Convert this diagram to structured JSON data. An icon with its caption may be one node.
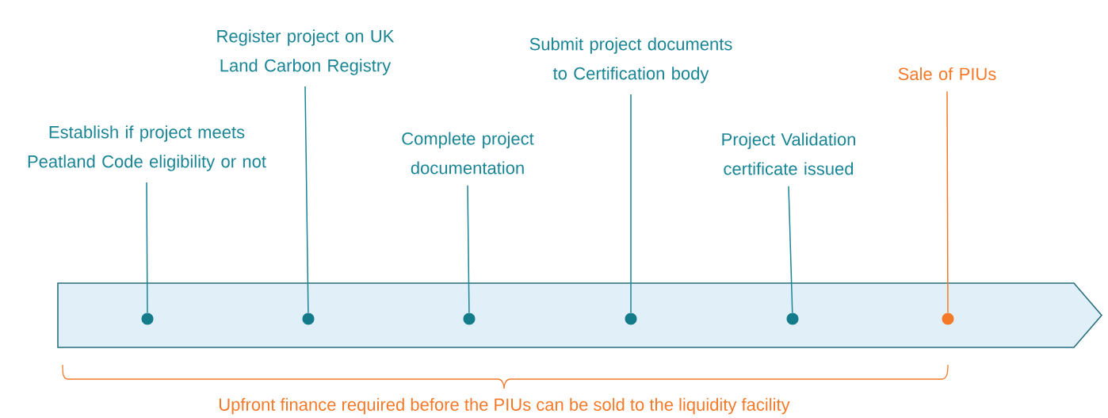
{
  "diagram": {
    "nodes": [
      {
        "text": [
          "Establish if project meets Peatland Code eligibility or not"
        ]
      },
      {
        "text": [
          "Register project on UK Land Carbon Registry"
        ]
      },
      {
        "text": [
          "Complete project documentation"
        ]
      },
      {
        "text": [
          "Submit project documents to Certification body"
        ]
      },
      {
        "text": [
          "Project Validation certificate issued"
        ]
      },
      {
        "text": [
          "Sale of PIUs"
        ]
      },
      {
        "text": [],
        "shape": "circle"
      },
      {
        "text": [],
        "shape": "circle"
      },
      {
        "text": [],
        "shape": "circle"
      },
      {
        "text": [],
        "shape": "circle"
      },
      {
        "text": [],
        "shape": "circle"
      },
      {
        "text": [],
        "shape": "circle"
      }
    ],
    "edges": [
      {
        "from": 0,
        "to": 6,
        "arrow": "none"
      },
      {
        "from": 1,
        "to": 7,
        "arrow": "none"
      },
      {
        "from": 2,
        "to": 8,
        "arrow": "none"
      },
      {
        "from": 3,
        "to": 9,
        "arrow": "none"
      },
      {
        "from": 4,
        "to": 10,
        "arrow": "none"
      },
      {
        "from": 5,
        "to": 11,
        "arrow": "none",
        "color": "#f47a2a"
      }
    ],
    "labels": [
      "Upfront finance required before the PIUs can be sold to the liquidity facility"
    ]
  }
}
